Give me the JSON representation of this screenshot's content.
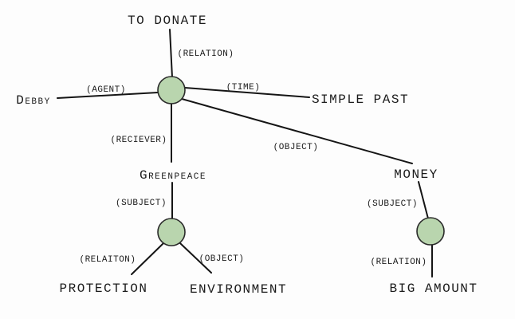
{
  "colors": {
    "background": "#fdfdfd",
    "node_fill": "#b9d5ae",
    "node_stroke": "#2b2b2b",
    "edge": "#151515",
    "text": "#1b1b1b"
  },
  "main_frame": {
    "relation_label": "(RELATION)",
    "relation_value": "TO DONATE",
    "agent_label": "(AGENT)",
    "agent_value": "Debby",
    "time_label": "(TIME)",
    "time_value": "SIMPLE PAST",
    "receiver_label": "(RECIEVER)",
    "receiver_value": "Greenpeace",
    "object_label": "(OBJECT)",
    "object_value": "MONEY"
  },
  "greenpeace_frame": {
    "subject_label": "(SUBJECT)",
    "relation_label": "(RELAITON)",
    "relation_value": "PROTECTION",
    "object_label": "(OBJECT)",
    "object_value": "ENVIRONMENT"
  },
  "money_frame": {
    "subject_label": "(SUBJECT)",
    "relation_label": "(RELATION)",
    "relation_value": "BIG AMOUNT"
  }
}
